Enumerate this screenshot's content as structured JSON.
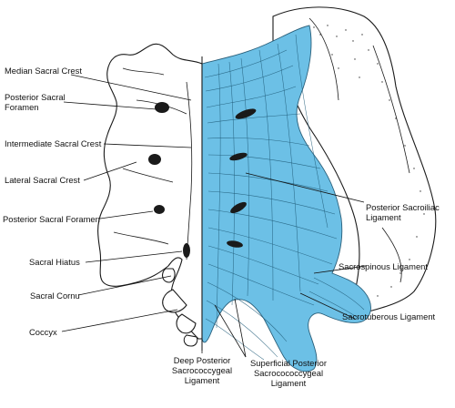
{
  "labels": {
    "median_sacral_crest": "Median Sacral Crest",
    "posterior_sacral_foramen_top": [
      "Posterior Sacral",
      "Foramen"
    ],
    "intermediate_sacral_crest": "Intermediate Sacral Crest",
    "lateral_sacral_crest": "Lateral Sacral Crest",
    "posterior_sacral_foramen": "Posterior Sacral Foramen",
    "sacral_hiatus": "Sacral Hiatus",
    "sacral_cornu": "Sacral Cornu",
    "coccyx": "Coccyx",
    "deep_posterior_sacrococcygeal_ligament": [
      "Deep Posterior",
      "Sacrococcygeal",
      "Ligament"
    ],
    "superficial_posterior_sacrococcygeal_ligament": [
      "Superficial Posterior",
      "Sacrocococcygeal",
      "Ligament"
    ],
    "posterior_sacroiliac_ligament": [
      "Posterior Sacroiliac",
      "Ligament"
    ],
    "sacrospinous_ligament": "Sacrospinous Ligament",
    "sacrotuberous_ligament": "Sacrotuberous Ligament"
  },
  "colors": {
    "ligament": "#6cc0e6",
    "outline": "#1a1a1a",
    "background": "#ffffff"
  }
}
